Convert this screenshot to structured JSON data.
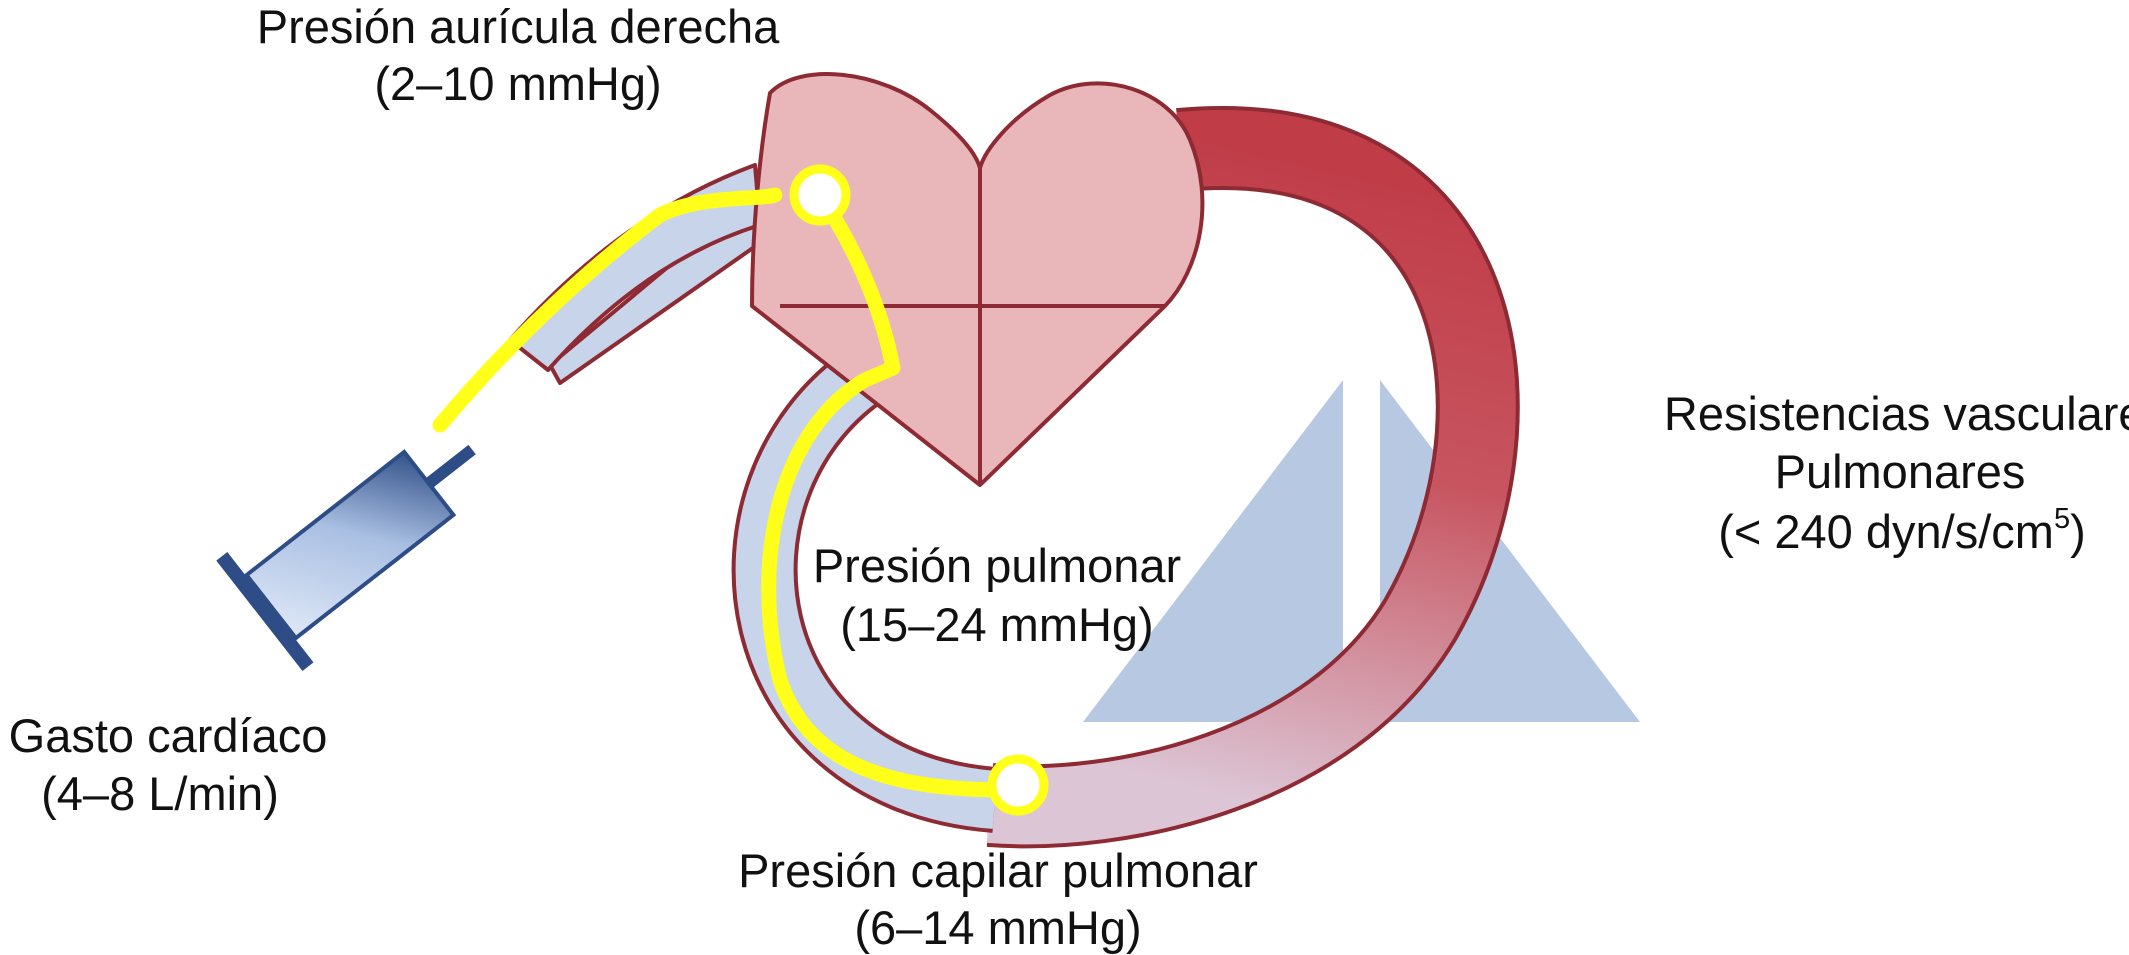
{
  "labels": {
    "right_atrium": {
      "line1": "Presión aurícula derecha",
      "line2": "(2–10 mmHg)"
    },
    "pulmonary_pressure": {
      "line1": "Presión pulmonar",
      "line2": "(15–24 mmHg)"
    },
    "pulmonary_resistance": {
      "line1": "Resistencias vasculares",
      "line2": "Pulmonares",
      "line3_prefix": "(< 240 dyn/s/cm",
      "line3_sup": "5",
      "line3_suffix": ")"
    },
    "cardiac_output": {
      "line1": "Gasto cardíaco",
      "line2": "(4–8 L/min)"
    },
    "capillary_pressure": {
      "line1": "Presión capilar pulmonar",
      "line2": "(6–14 mmHg)"
    }
  },
  "colors": {
    "heart_fill": "#e9b7b9",
    "heart_stroke": "#8e2a33",
    "vessel_blue": "#c7d4ea",
    "vessel_red": "#c1454f",
    "catheter_yellow": "#ffff1a",
    "syringe_dark": "#2e4d86",
    "syringe_light": "#c3d2ee",
    "watermark": "#b6c8e2"
  }
}
